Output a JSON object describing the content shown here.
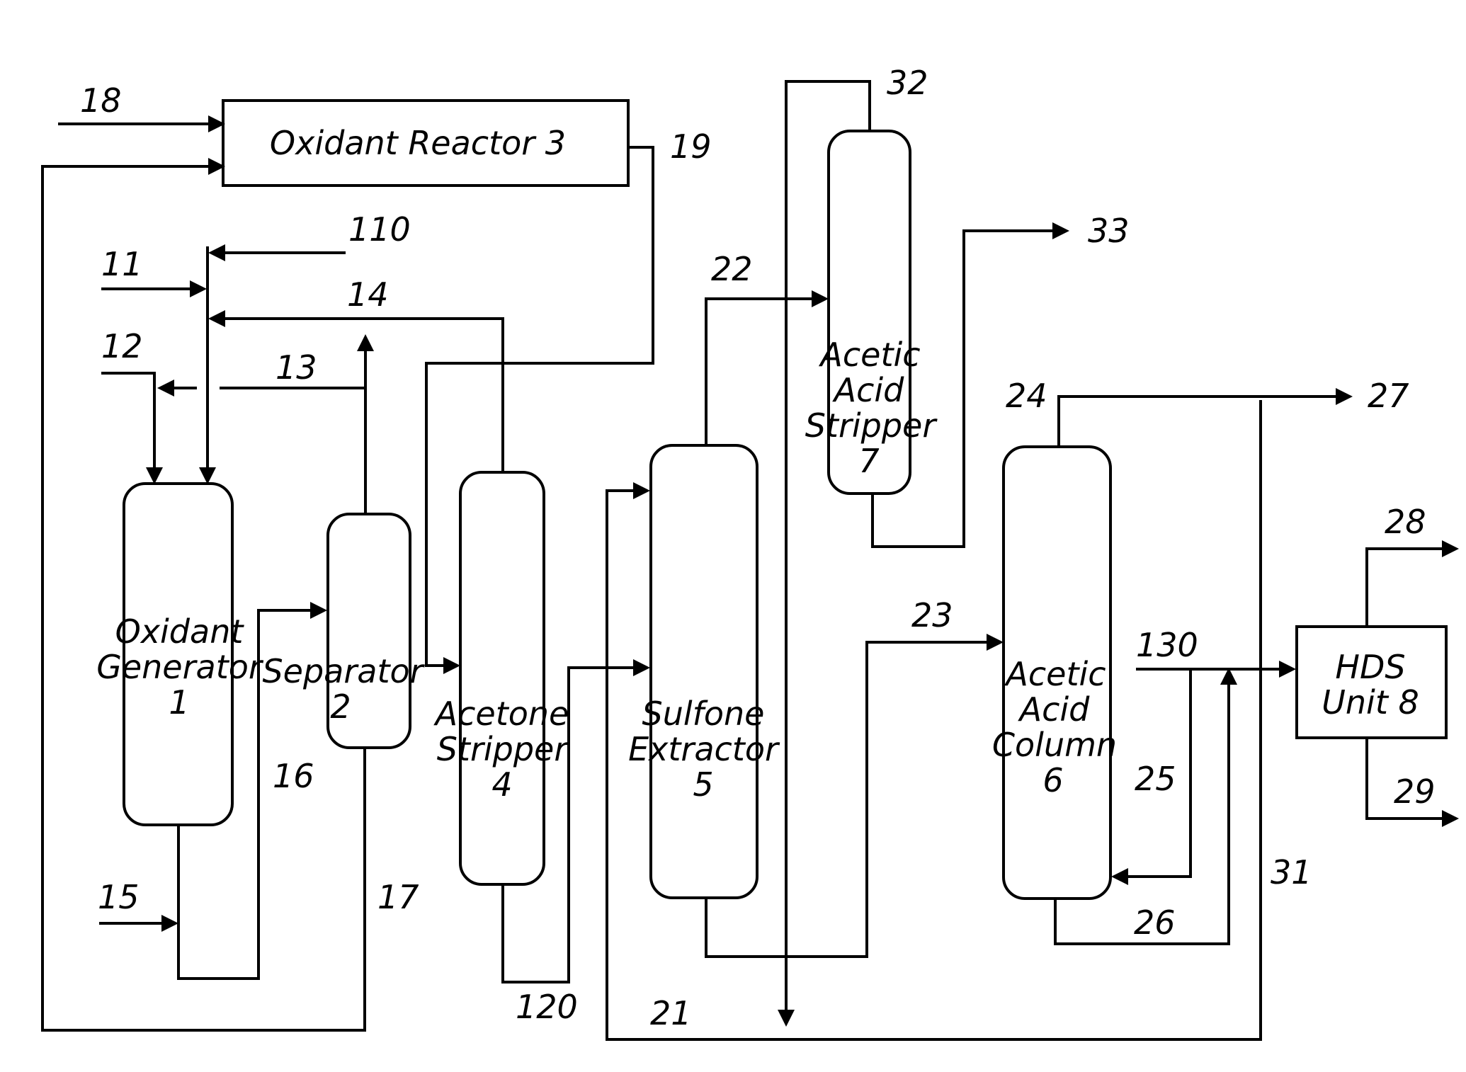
{
  "diagram": {
    "units": {
      "oxidant_reactor": {
        "lines": [
          "Oxidant Reactor 3"
        ]
      },
      "oxidant_generator": {
        "lines": [
          "Oxidant",
          "Generator",
          "1"
        ]
      },
      "separator": {
        "lines": [
          "Separator",
          "2"
        ]
      },
      "acetone_stripper": {
        "lines": [
          "Acetone",
          "Stripper",
          "4"
        ]
      },
      "sulfone_extractor": {
        "lines": [
          "Sulfone",
          "Extractor",
          "5"
        ]
      },
      "acetic_acid_stripper": {
        "lines": [
          "Acetic",
          "Acid",
          "Stripper",
          "7"
        ]
      },
      "acetic_acid_column": {
        "lines": [
          "Acetic",
          "Acid",
          "Column",
          "6"
        ]
      },
      "hds_unit": {
        "lines": [
          "HDS",
          "Unit 8"
        ]
      }
    },
    "streams": {
      "s11": "11",
      "s12": "12",
      "s13": "13",
      "s14": "14",
      "s15": "15",
      "s16": "16",
      "s17": "17",
      "s18": "18",
      "s19": "19",
      "s21": "21",
      "s22": "22",
      "s23": "23",
      "s24": "24",
      "s25": "25",
      "s26": "26",
      "s27": "27",
      "s28": "28",
      "s29": "29",
      "s31": "31",
      "s32": "32",
      "s33": "33",
      "s110": "110",
      "s120": "120",
      "s130": "130"
    }
  }
}
